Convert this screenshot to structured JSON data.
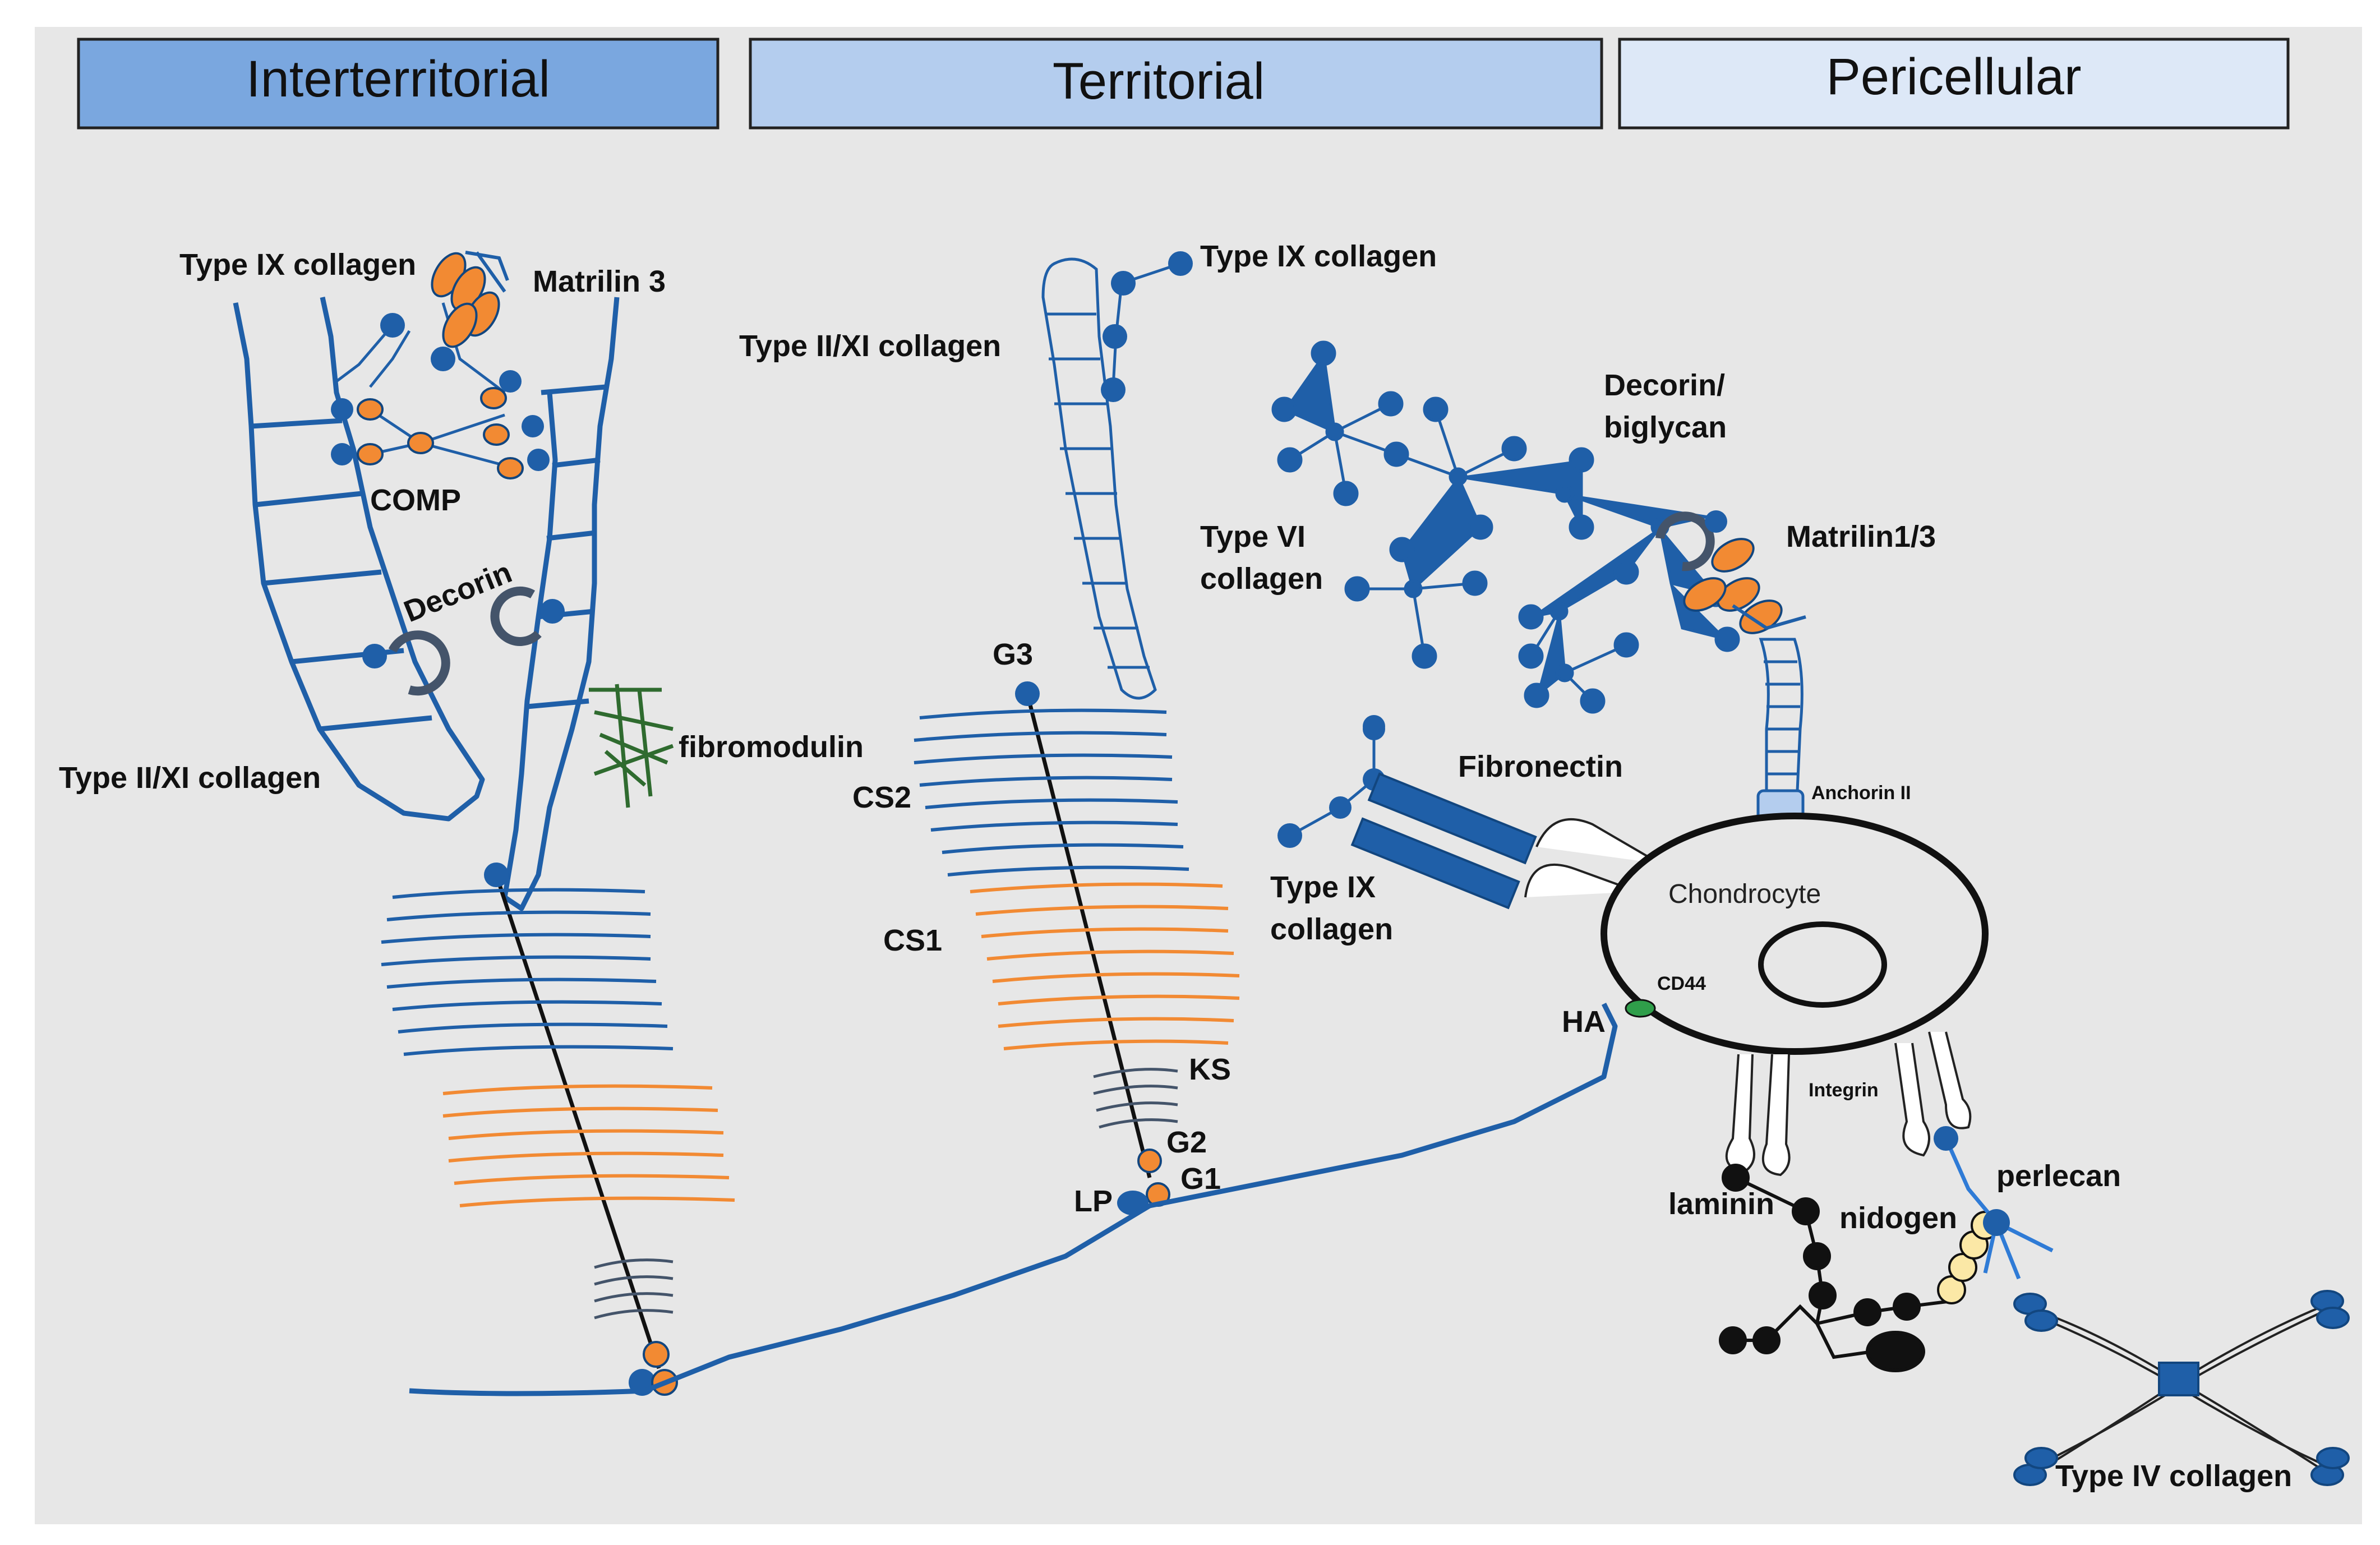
{
  "headers": {
    "interterritorial": "Interterritorial",
    "territorial": "Territorial",
    "pericellular": "Pericellular"
  },
  "labels": {
    "type_ix_collagen_left": "Type IX collagen",
    "matrilin_3": "Matrilin 3",
    "comp": "COMP",
    "decorin": "Decorin",
    "type_ii_xi_collagen_left": "Type II/XI collagen",
    "fibromodulin": "fibromodulin",
    "type_ix_collagen_mid": "Type IX collagen",
    "type_ii_xi_collagen_mid": "Type II/XI collagen",
    "g3": "G3",
    "cs2": "CS2",
    "cs1": "CS1",
    "ks": "KS",
    "g2": "G2",
    "g1": "G1",
    "lp": "LP",
    "decorin_biglycan_1": "Decorin/",
    "decorin_biglycan_2": "biglycan",
    "type_vi_collagen_1": "Type VI",
    "type_vi_collagen_2": "collagen",
    "matrilin_1_3": "Matrilin1/3",
    "fibronectin": "Fibronectin",
    "anchorin_ii": "Anchorin II",
    "type_ix_collagen_right_1": "Type IX",
    "type_ix_collagen_right_2": "collagen",
    "chondrocyte": "Chondrocyte",
    "cd44": "CD44",
    "ha": "HA",
    "integrin": "Integrin",
    "laminin": "laminin",
    "nidogen": "nidogen",
    "perlecan": "perlecan",
    "type_iv_collagen": "Type IV collagen"
  },
  "colors": {
    "collagen_blue": "#1f5fa8",
    "cs_orange": "#f28a33",
    "ks_gray": "#44546a",
    "fibromodulin_green": "#2f6b2f",
    "header_dark": "#7aa7df",
    "header_mid": "#b4cdee",
    "header_light": "#dde8f7",
    "panel_gray": "#e7e7e7"
  }
}
